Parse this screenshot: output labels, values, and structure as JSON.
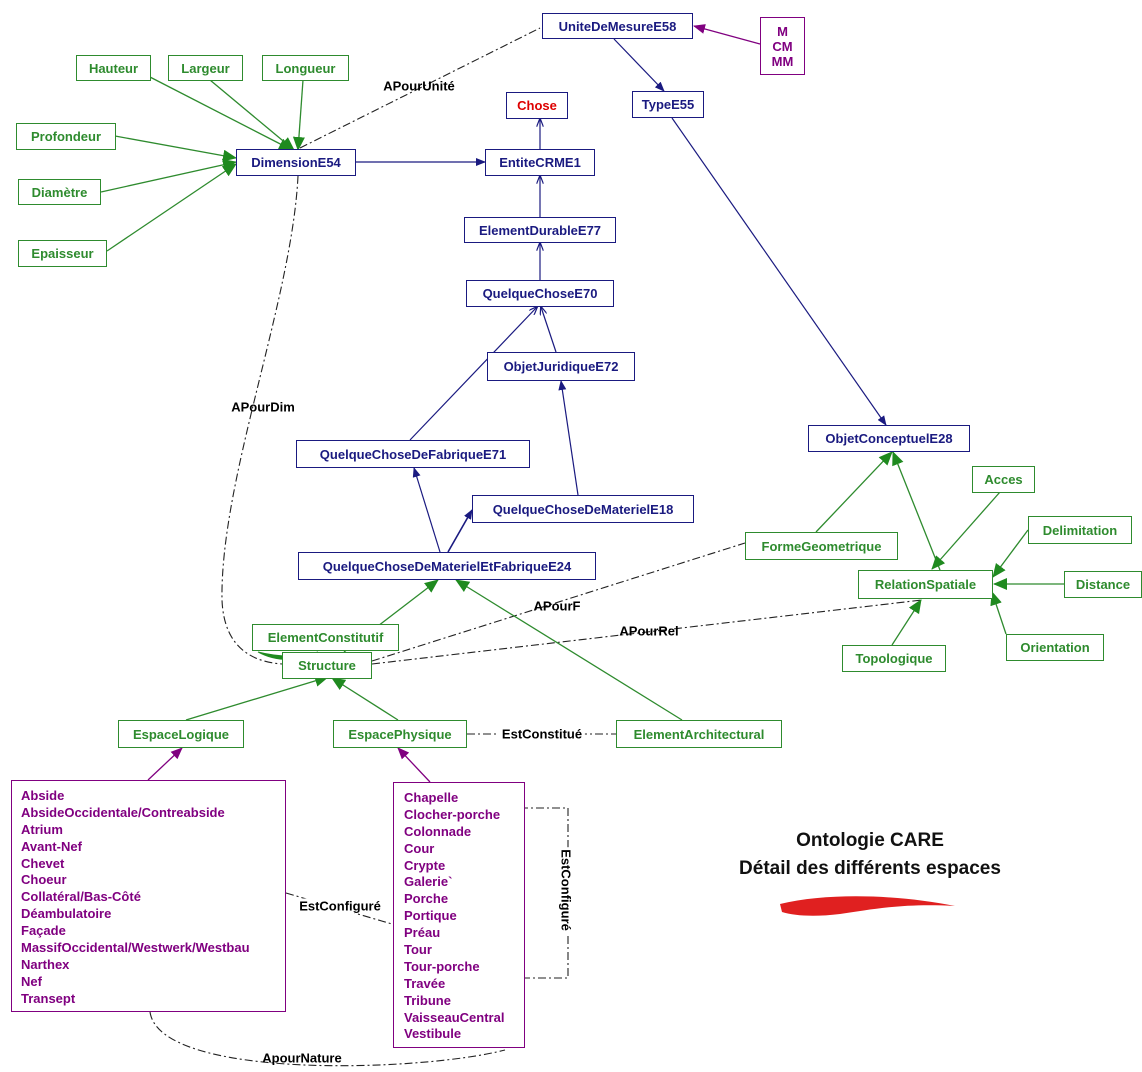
{
  "nodes": {
    "unite_de_mesure": "UniteDeMesureE58",
    "units": [
      "M",
      "CM",
      "MM"
    ],
    "hauteur": "Hauteur",
    "largeur": "Largeur",
    "longueur": "Longueur",
    "profondeur": "Profondeur",
    "diametre": "Diamètre",
    "epaisseur": "Epaisseur",
    "dimension": "DimensionE54",
    "chose": "Chose",
    "entite": "EntiteCRME1",
    "type": "TypeE55",
    "element_durable": "ElementDurableE77",
    "quelque_chose": "QuelqueChoseE70",
    "objet_juridique": "ObjetJuridiqueE72",
    "objet_conceptuel": "ObjetConceptuelE28",
    "fabrique": "QuelqueChoseDeFabriqueE71",
    "materiel": "QuelqueChoseDeMaterielE18",
    "materiel_fabrique": "QuelqueChoseDeMaterielEtFabriqueE24",
    "acces": "Acces",
    "delimitation": "Delimitation",
    "forme_geometrique": "FormeGeometrique",
    "relation_spatiale": "RelationSpatiale",
    "distance": "Distance",
    "orientation": "Orientation",
    "topologique": "Topologique",
    "element_constitutif": "ElementConstitutif",
    "structure": "Structure",
    "espace_logique": "EspaceLogique",
    "espace_physique": "EspacePhysique",
    "element_architectural": "ElementArchitectural"
  },
  "logical_spaces": [
    "Abside",
    "AbsideOccidentale/Contreabside",
    "Atrium",
    "Avant-Nef",
    "Chevet",
    "Choeur",
    "Collatéral/Bas-Côté",
    "Déambulatoire",
    "Façade",
    "MassifOccidental/Westwerk/Westbau",
    "Narthex",
    "Nef",
    "Transept"
  ],
  "physical_spaces": [
    "Chapelle",
    "Clocher-porche",
    "Colonnade",
    "Cour",
    "Crypte",
    "Galerie`",
    "Porche",
    "Portique",
    "Préau",
    "Tour",
    "Tour-porche",
    "Travée",
    "Tribune",
    "VaisseauCentral",
    "Vestibule"
  ],
  "edge_labels": {
    "apour_unite": "APourUnité",
    "apour_dim": "APourDim",
    "apour_f": "APourF",
    "apour_rel": "APourRel",
    "est_constitue": "EstConstitué",
    "est_configure_left": "EstConfiguré",
    "est_configure_right": "EstConfiguré",
    "apour_nature": "ApourNature"
  },
  "title": {
    "line1": "Ontologie CARE",
    "line2": "Détail des différents espaces"
  },
  "colors": {
    "blue": "#1a1a80",
    "green": "#2e8b2e",
    "purple": "#800080",
    "red": "#dd0000",
    "swoosh": "#e02020"
  }
}
